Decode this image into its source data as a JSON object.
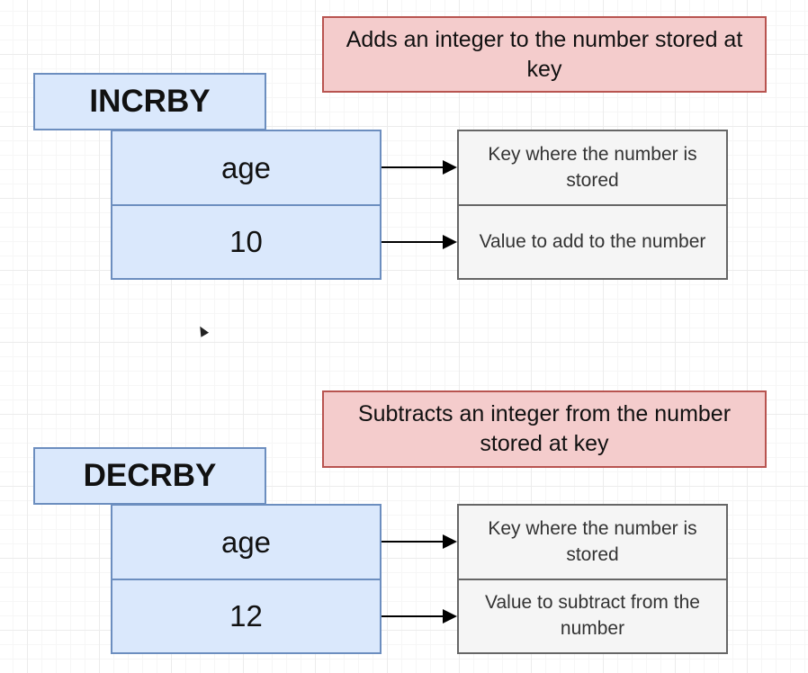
{
  "incrby": {
    "note": "Adds an integer to the number stored at key",
    "command": "INCRBY",
    "arg_key": "age",
    "arg_value": "10",
    "desc_key": "Key where the number is stored",
    "desc_value": "Value to add to the number"
  },
  "decrby": {
    "note": "Subtracts an integer from the number stored at key",
    "command": "DECRBY",
    "arg_key": "age",
    "arg_value": "12",
    "desc_key": "Key where the number is stored",
    "desc_value": "Value to subtract from the number"
  },
  "colors": {
    "note_fill": "#f4cccc",
    "note_border": "#b85450",
    "command_fill": "#dae8fc",
    "command_border": "#6c8ebf",
    "desc_fill": "#f5f5f5",
    "desc_border": "#666666"
  }
}
